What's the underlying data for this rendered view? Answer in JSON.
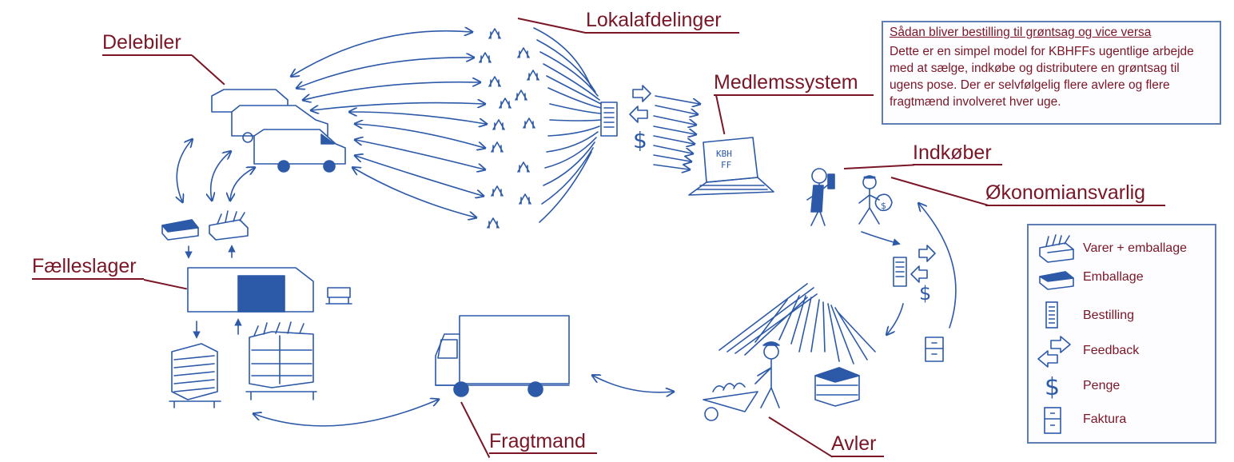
{
  "labels": {
    "lokalafdelinger": "Lokalafdelinger",
    "delebiler": "Delebiler",
    "medlemssystem": "Medlemssystem",
    "indkober": "Indkøber",
    "okonomiansvarlig": "Økonomiansvarlig",
    "faelleslager": "Fælleslager",
    "fragtmand": "Fragtmand",
    "avler": "Avler"
  },
  "laptop_screen_text": [
    "KBH",
    "FF"
  ],
  "info_box": {
    "title": "Sådan bliver bestilling til grøntsag og vice versa",
    "body": "Dette er en simpel model for KBHFFs ugentlige arbejde med at sælge, indkøbe og distributere en grøntsag til ugens pose. Der er selvfølgelig flere avlere og flere fragtmænd involveret hver uge."
  },
  "legend": [
    {
      "icon": "crate-with-vegetables-icon",
      "label": "Varer + emballage"
    },
    {
      "icon": "empty-crate-icon",
      "label": "Emballage"
    },
    {
      "icon": "order-list-icon",
      "label": "Bestilling"
    },
    {
      "icon": "two-way-arrow-icon",
      "label": "Feedback"
    },
    {
      "icon": "dollar-sign-icon",
      "label": "Penge"
    },
    {
      "icon": "invoice-icon",
      "label": "Faktura"
    }
  ],
  "colors": {
    "ink_blue": "#2c59a8",
    "label_red": "#7a1626",
    "box_border": "#5f7db5"
  }
}
